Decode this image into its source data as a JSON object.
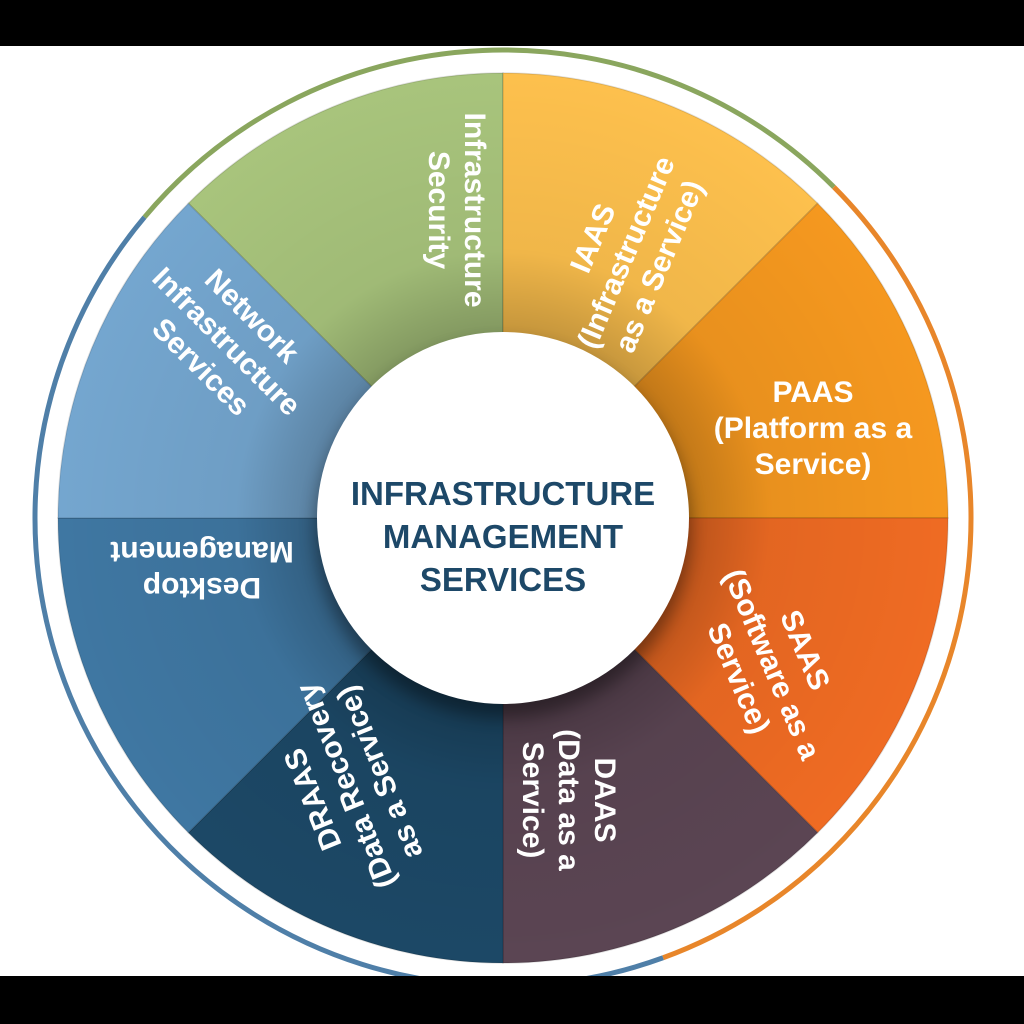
{
  "center": {
    "lines": [
      "INFRASTRUCTURE",
      "MANAGEMENT",
      "SERVICES"
    ]
  },
  "segments": [
    {
      "id": "infrastructure-security",
      "lines": [
        "Infrastructure",
        "Security"
      ],
      "color": "#a8c47c"
    },
    {
      "id": "iaas",
      "lines": [
        "IAAS",
        "(Infrastructure",
        "as a Service)"
      ],
      "color": "#fdc04d"
    },
    {
      "id": "paas",
      "lines": [
        "PAAS",
        "(Platform as a",
        "Service)"
      ],
      "color": "#f5981f"
    },
    {
      "id": "saas",
      "lines": [
        "SAAS",
        "(Software as a",
        "Service)"
      ],
      "color": "#ef6b23"
    },
    {
      "id": "daas",
      "lines": [
        "DAAS",
        "(Data as a",
        "Service)"
      ],
      "color": "#5b4553"
    },
    {
      "id": "draas",
      "lines": [
        "DRAAS",
        "(Data Recovery",
        "as a Service)"
      ],
      "color": "#1c4866"
    },
    {
      "id": "desktop-management",
      "lines": [
        "Desktop",
        "Management"
      ],
      "color": "#3f77a2"
    },
    {
      "id": "network-infrastructure-services",
      "lines": [
        "Network",
        "Infrastructure",
        "Services"
      ],
      "color": "#74a6cf"
    }
  ],
  "colors": {
    "hub_text": "#1d4868",
    "ring_green": "#8aa65e",
    "ring_orange": "#e8862a",
    "ring_blue": "#4f7fa8"
  }
}
